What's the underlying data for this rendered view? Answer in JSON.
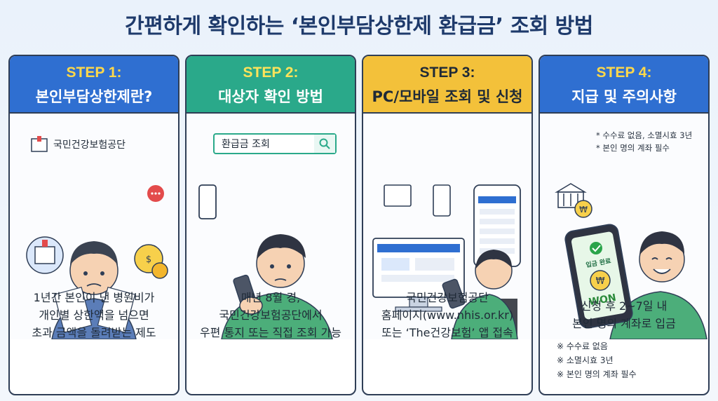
{
  "title": "간편하게 확인하는 ‘본인부담상한제 환급금’ 조회 방법",
  "colors": {
    "step1_header": "#2f6fd1",
    "step2_header": "#2aa98a",
    "step3_header": "#f3c13a",
    "step4_header": "#2f6fd1",
    "step_label": "#ffd84a"
  },
  "steps": [
    {
      "label": "STEP 1:",
      "title": "본인부담상한제란?",
      "logo": "국민건강보험공단",
      "desc": [
        "1년간 본인이 낸 병원비가",
        "개인별 상한액을 넘으면",
        "초과 금액을 돌려받는 제도"
      ],
      "icons": [
        "hospital-logo-icon",
        "chat-bubble-icon",
        "hospital-icon",
        "coin-icon",
        "worried-person-icon"
      ]
    },
    {
      "label": "STEP 2:",
      "title": "대상자 확인 방법",
      "search_text": "환급금 조회",
      "desc": [
        "매년 8월 경,",
        "국민건강보험공단에서",
        "우편 통지 또는 직접 조회 가능"
      ],
      "icons": [
        "phone-icon",
        "search-icon",
        "person-with-phone-icon"
      ]
    },
    {
      "label": "STEP 3:",
      "title": "PC/모바일 조회 및 신청",
      "desc": [
        "국민건강보험공단",
        "홈페이지(www.nhis.or.kr)",
        "또는 ‘The건강보험’ 앱 접속"
      ],
      "icons": [
        "desktop-monitor-icon",
        "phone-icon",
        "person-at-computer-icon"
      ]
    },
    {
      "label": "STEP 4:",
      "title": "지급 및 주의사항",
      "fee_notes": [
        "* 수수료 없음, 소멸시효 3년",
        "* 본인 명의 계좌 필수"
      ],
      "phone_text": [
        "입금 완료",
        "WON"
      ],
      "desc": [
        "신청 후 2~7일 내",
        "본인 명의 계좌로 입금"
      ],
      "notes": [
        "※ 수수료 없음",
        "※ 소멸시효 3년",
        "※ 본인 명의 계좌 필수"
      ],
      "icons": [
        "bank-icon",
        "won-coin-icon",
        "check-icon",
        "smiling-person-icon"
      ]
    }
  ]
}
